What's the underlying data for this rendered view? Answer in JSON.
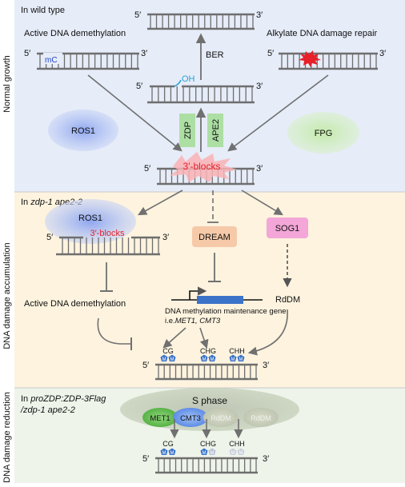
{
  "side_labels": {
    "panel1": "Normal growth",
    "panel2": "DNA damage accumulation",
    "panel3": "DNA damage reduction"
  },
  "panel1": {
    "title": "In wild type",
    "active_demethylation": "Active DNA demethylation",
    "alkylate_repair": "Alkylate DNA damage repair",
    "mC": "mC",
    "BER": "BER",
    "OH": "OH",
    "ROS1": "ROS1",
    "FPG": "FPG",
    "ZDP": "ZDP",
    "APE2": "APE2",
    "blocks": "3′-blocks"
  },
  "panel2": {
    "title_prefix": "In ",
    "title_genotype": "zdp-1 ape2-2",
    "ROS1": "ROS1",
    "blocks": "3′-blocks",
    "DREAM": "DREAM",
    "SOG1": "SOG1",
    "active_demethylation": "Active DNA demethylation",
    "RdDM": "RdDM",
    "gene_line1": "DNA methylation maintenance gene",
    "gene_prefix": "i.e.",
    "gene_names": "MET1, CMT3",
    "CG": "CG",
    "CHG": "CHG",
    "CHH": "CHH"
  },
  "panel3": {
    "title_prefix": "In ",
    "title_line1": "proZDP:ZDP-3Flag",
    "title_line2": "/zdp-1 ape2-2",
    "s_phase": "S phase",
    "MET1": "MET1",
    "CMT3": "CMT3",
    "RdDM1": "RdDM",
    "RdDM2": "RdDM",
    "CG": "CG",
    "CHG": "CHG",
    "CHH": "CHH"
  },
  "strand": {
    "five": "5′",
    "three": "3′"
  },
  "marks": {
    "M": "M"
  },
  "colors": {
    "panel1_bg": "#e6ecf8",
    "panel2_bg": "#fdf3df",
    "panel3_bg": "#eef4ea",
    "red": "#e8202a",
    "blue_text": "#2244cc",
    "oh": "#2a9fd8"
  }
}
